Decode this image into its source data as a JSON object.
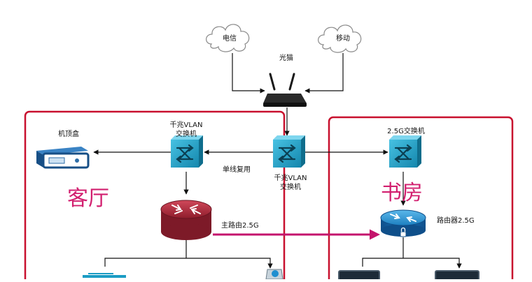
{
  "nodes": {
    "telecom": "电信",
    "mobile": "移动",
    "optical_modem": "光猫",
    "settop_box": "机顶盒",
    "switch_left": [
      "千兆VLAN",
      "交换机"
    ],
    "switch_center": [
      "千兆VLAN",
      "交换机"
    ],
    "switch_right": "2.5G交换机",
    "single_line_reuse": "单线复用",
    "main_router": "主路由2.5G",
    "router_right": "路由器2.5G"
  },
  "zones": {
    "living_room": "客厅",
    "study": "书房"
  },
  "colors": {
    "zone_border": "#c8102e",
    "zone_label": "#d21f6f",
    "link_magenta": "#c4146c",
    "switch_fill": "#1fa3c9",
    "router_blue": "#1e8fce",
    "router_red": "#b3283a"
  }
}
